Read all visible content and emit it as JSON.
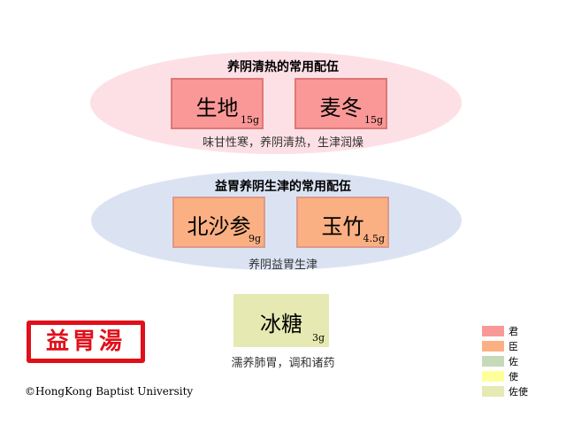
{
  "group1": {
    "title": "养阴清热的常用配伍",
    "herbs": [
      {
        "name": "生地",
        "dose": "15g"
      },
      {
        "name": "麦冬",
        "dose": "15g"
      }
    ],
    "desc": "味甘性寒，养阴清热，生津润燥"
  },
  "group2": {
    "title": "益胃养阴生津的常用配伍",
    "herbs": [
      {
        "name": "北沙参",
        "dose": "9g"
      },
      {
        "name": "玉竹",
        "dose": "4.5g"
      }
    ],
    "desc": "养阴益胃生津"
  },
  "group3": {
    "herb": {
      "name": "冰糖",
      "dose": "3g"
    },
    "desc": "濡养肺胃，调和诸药"
  },
  "stamp": "益胃湯",
  "copyright": "©HongKong Baptist University",
  "legend": [
    {
      "label": "君",
      "color": "#fa9898"
    },
    {
      "label": "臣",
      "color": "#fbb083"
    },
    {
      "label": "佐",
      "color": "#c6d9b8"
    },
    {
      "label": "使",
      "color": "#ffff99"
    },
    {
      "label": "佐使",
      "color": "#e6eab2"
    }
  ],
  "colors": {
    "ellipse1": "#fde0e6",
    "ellipse2": "#dbe3f3"
  }
}
